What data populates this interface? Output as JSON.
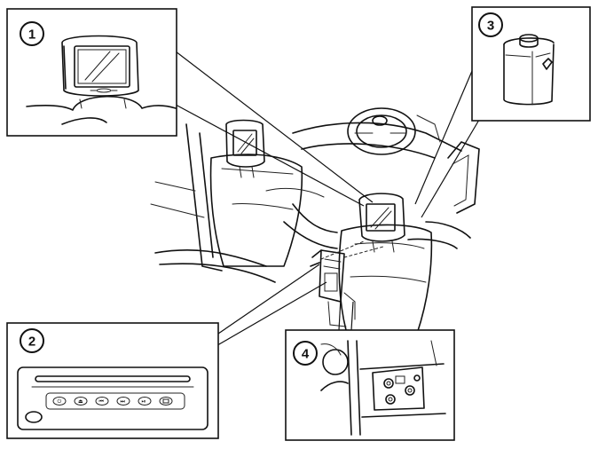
{
  "callouts": [
    {
      "id": "1",
      "label": "1"
    },
    {
      "id": "2",
      "label": "2"
    },
    {
      "id": "3",
      "label": "3"
    },
    {
      "id": "4",
      "label": "4"
    }
  ],
  "icons": {
    "power": "power-icon",
    "eject": "eject-icon",
    "previous": "previous-track-icon",
    "next": "next-track-icon",
    "play_pause": "play-pause-icon",
    "mode": "mode-icon"
  }
}
